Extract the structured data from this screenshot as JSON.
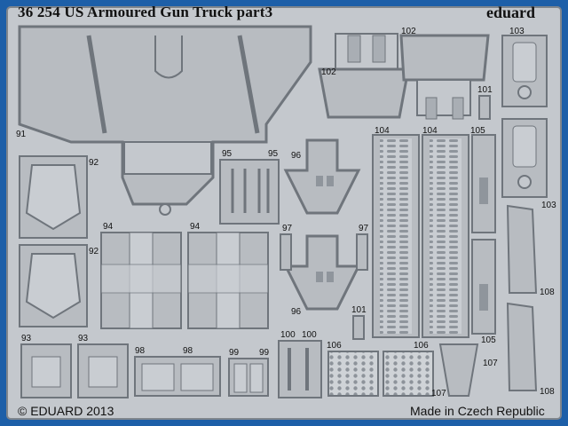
{
  "header": {
    "title": "36 254  US Armoured Gun Truck  part3",
    "brand": "eduard"
  },
  "footer": {
    "copyright": "© EDUARD 2013",
    "made_in": "Made in Czech Republic"
  },
  "part_numbers": {
    "p91": "91",
    "p92a": "92",
    "p92b": "92",
    "p93a": "93",
    "p93b": "93",
    "p94a": "94",
    "p94b": "94",
    "p95a": "95",
    "p95b": "95",
    "p96a": "96",
    "p96b": "96",
    "p97a": "97",
    "p97b": "97",
    "p98a": "98",
    "p98b": "98",
    "p99a": "99",
    "p99b": "99",
    "p100a": "100",
    "p100b": "100",
    "p101a": "101",
    "p101b": "101",
    "p102a": "102",
    "p102b": "102",
    "p103a": "103",
    "p103b": "103",
    "p104a": "104",
    "p104b": "104",
    "p105a": "105",
    "p105b": "105",
    "p106a": "106",
    "p106b": "106",
    "p107a": "107",
    "p107b": "107",
    "p108a": "108",
    "p108b": "108"
  }
}
